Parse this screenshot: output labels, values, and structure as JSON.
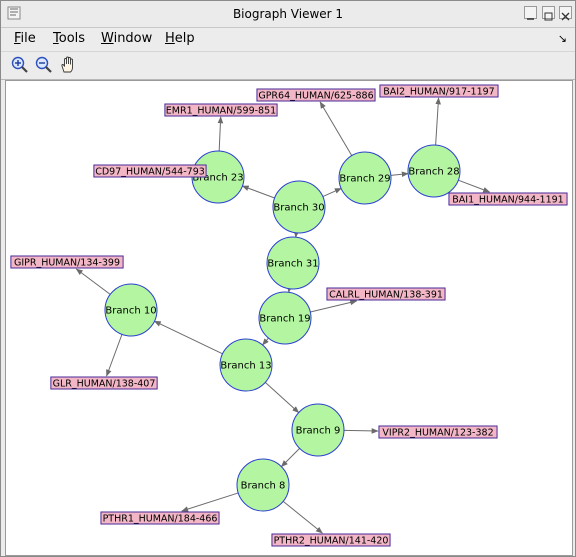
{
  "window": {
    "title": "Biograph Viewer 1"
  },
  "menu": [
    {
      "label": "File",
      "accel": "F",
      "rest": "ile"
    },
    {
      "label": "Tools",
      "accel": "T",
      "rest": "ools"
    },
    {
      "label": "Window",
      "accel": "W",
      "rest": "indow"
    },
    {
      "label": "Help",
      "accel": "H",
      "rest": "elp"
    }
  ],
  "toolbar": {
    "tools": [
      {
        "name": "zoom-in-icon",
        "tooltip": "Zoom In"
      },
      {
        "name": "zoom-out-icon",
        "tooltip": "Zoom Out"
      },
      {
        "name": "pan-hand-icon",
        "tooltip": "Pan"
      }
    ]
  },
  "graph": {
    "colors": {
      "node_fill": "#b3f5a1",
      "node_stroke": "#2a3fd0",
      "leaf_fill": "#f2b6c6",
      "leaf_stroke": "#4a2a9a",
      "edge": "#6b6b6b"
    },
    "branches": [
      {
        "id": "b23",
        "label": "Branch 23"
      },
      {
        "id": "b30",
        "label": "Branch 30"
      },
      {
        "id": "b29",
        "label": "Branch 29"
      },
      {
        "id": "b28",
        "label": "Branch 28"
      },
      {
        "id": "b31",
        "label": "Branch 31"
      },
      {
        "id": "b19",
        "label": "Branch 19"
      },
      {
        "id": "b10",
        "label": "Branch 10"
      },
      {
        "id": "b13",
        "label": "Branch 13"
      },
      {
        "id": "b9",
        "label": "Branch 9"
      },
      {
        "id": "b8",
        "label": "Branch 8"
      }
    ],
    "leaves": [
      {
        "id": "gpr64",
        "label": "GPR64_HUMAN/625-886"
      },
      {
        "id": "bai2",
        "label": "BAI2_HUMAN/917-1197"
      },
      {
        "id": "emr1",
        "label": "EMR1_HUMAN/599-851"
      },
      {
        "id": "cd97",
        "label": "CD97_HUMAN/544-793"
      },
      {
        "id": "bai1",
        "label": "BAI1_HUMAN/944-1191"
      },
      {
        "id": "gipr",
        "label": "GIPR_HUMAN/134-399"
      },
      {
        "id": "calrl",
        "label": "CALRL_HUMAN/138-391"
      },
      {
        "id": "glr",
        "label": "GLR_HUMAN/138-407"
      },
      {
        "id": "vipr2",
        "label": "VIPR2_HUMAN/123-382"
      },
      {
        "id": "pthr1",
        "label": "PTHR1_HUMAN/184-466"
      },
      {
        "id": "pthr2",
        "label": "PTHR2_HUMAN/141-420"
      }
    ],
    "edges": [
      [
        "b30",
        "b23"
      ],
      [
        "b30",
        "b29"
      ],
      [
        "b30",
        "b31"
      ],
      [
        "b23",
        "emr1"
      ],
      [
        "b23",
        "cd97"
      ],
      [
        "b29",
        "gpr64"
      ],
      [
        "b29",
        "b28"
      ],
      [
        "b28",
        "bai2"
      ],
      [
        "b28",
        "bai1"
      ],
      [
        "b31",
        "b19"
      ],
      [
        "b19",
        "calrl"
      ],
      [
        "b19",
        "b13"
      ],
      [
        "b13",
        "b10"
      ],
      [
        "b13",
        "b9"
      ],
      [
        "b10",
        "gipr"
      ],
      [
        "b10",
        "glr"
      ],
      [
        "b9",
        "vipr2"
      ],
      [
        "b9",
        "b8"
      ],
      [
        "b8",
        "pthr1"
      ],
      [
        "b8",
        "pthr2"
      ]
    ]
  }
}
